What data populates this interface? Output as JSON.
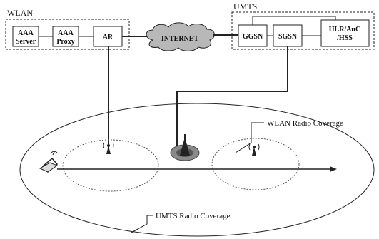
{
  "wlan": {
    "group_label": "WLAN",
    "aaa_server": [
      "AAA",
      "Server"
    ],
    "aaa_proxy": [
      "AAA",
      "Proxy"
    ],
    "ar": "AR"
  },
  "internet": {
    "label": "INTERNET"
  },
  "umts": {
    "group_label": "UMTS",
    "ggsn": "GGSN",
    "sgsn": "SGSN",
    "hlr": [
      "HLR/AuC",
      "/HSS"
    ]
  },
  "coverage": {
    "wlan_label": "WLAN Radio Coverage",
    "umts_label": "UMTS Radio Coverage"
  }
}
